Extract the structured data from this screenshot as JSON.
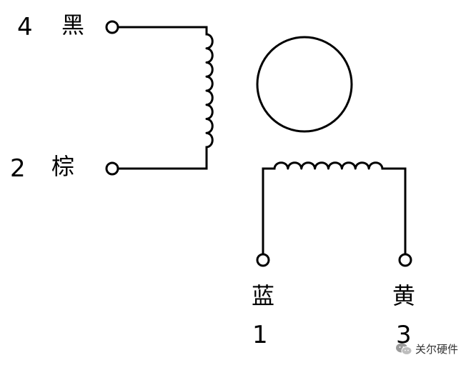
{
  "colors": {
    "line": "#000000",
    "background": "#ffffff"
  },
  "terminals": {
    "t4": {
      "number": "4",
      "color_name": "黑"
    },
    "t2": {
      "number": "2",
      "color_name": "棕"
    },
    "t1": {
      "number": "1",
      "color_name": "蓝"
    },
    "t3": {
      "number": "3",
      "color_name": "黄"
    }
  },
  "watermark": {
    "text": "关尔硬件",
    "icon": "wechat-icon"
  }
}
